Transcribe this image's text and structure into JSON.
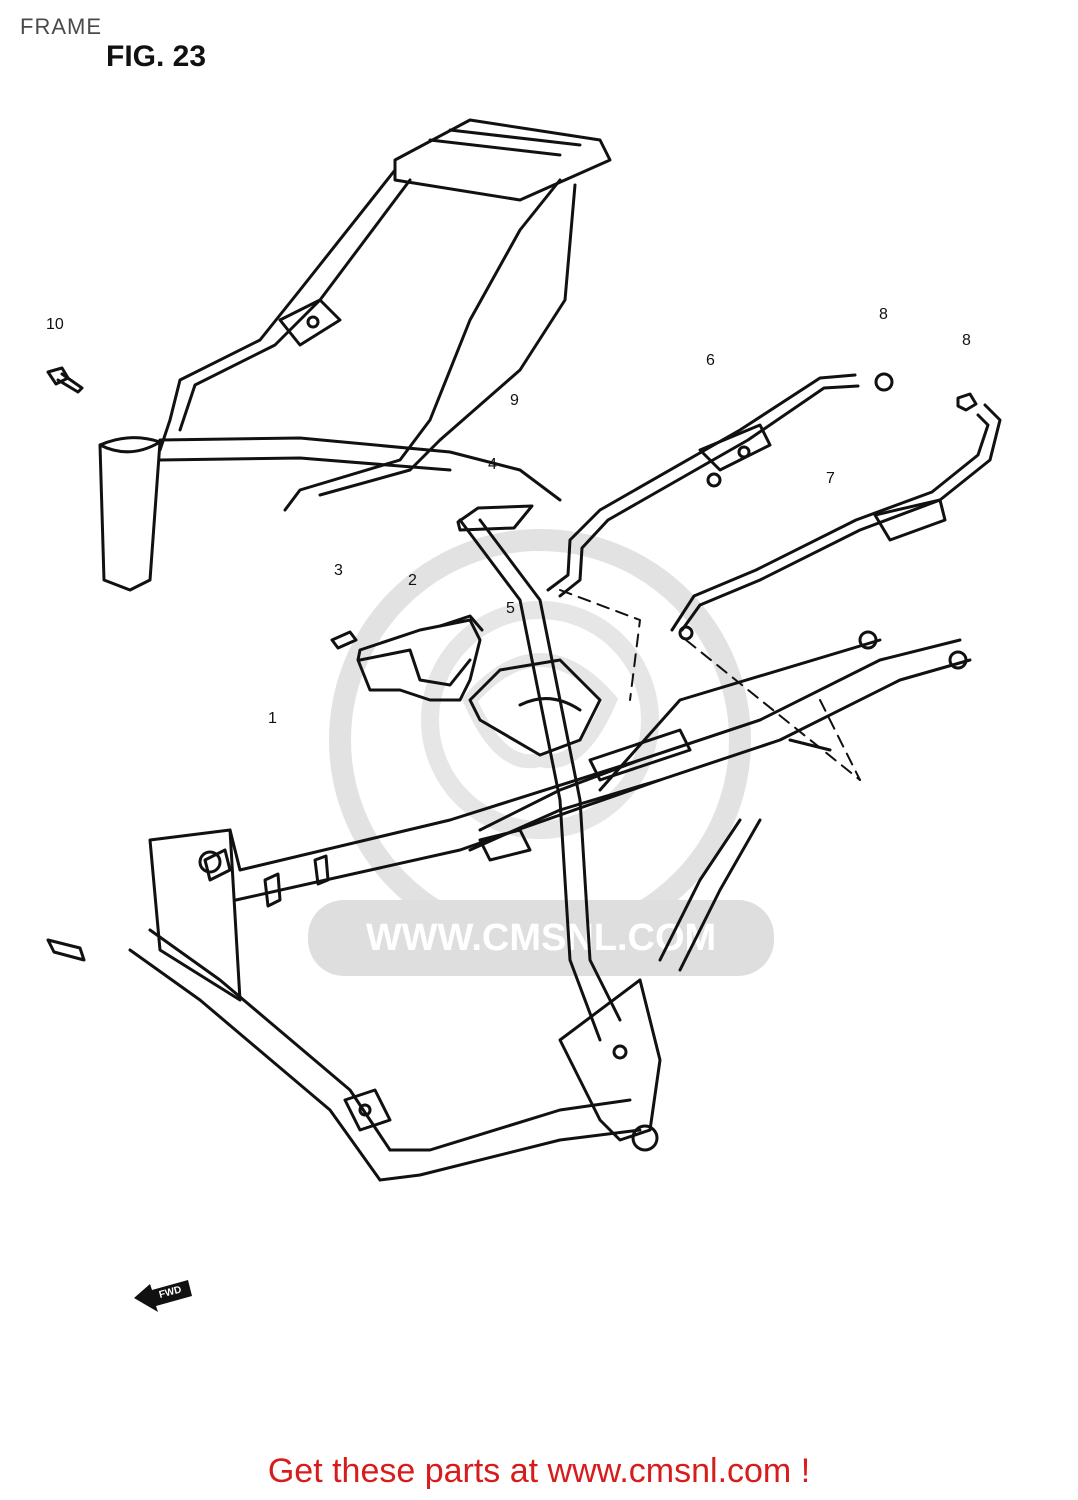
{
  "header": {
    "section_title": "FRAME",
    "figure_label": "FIG. 23"
  },
  "watermark": {
    "text": "WWW.CMSNL.COM",
    "color": "#dedede"
  },
  "parts": [
    {
      "number": "1"
    },
    {
      "number": "2"
    },
    {
      "number": "3"
    },
    {
      "number": "4"
    },
    {
      "number": "5"
    },
    {
      "number": "6"
    },
    {
      "number": "7"
    },
    {
      "number": "8"
    },
    {
      "number": "8"
    },
    {
      "number": "9"
    },
    {
      "number": "10"
    }
  ],
  "fwd_arrow": {
    "text": "FWD"
  },
  "footer": {
    "promo_text": "Get these parts at www.cmsnl.com !",
    "promo_color": "#d81c1c"
  }
}
